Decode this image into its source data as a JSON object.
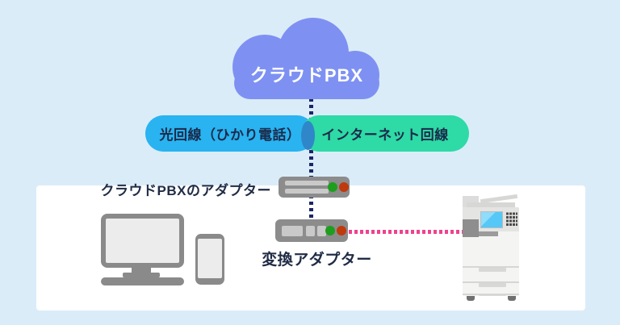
{
  "colors": {
    "page_bg": "#dbecf9",
    "panel_bg": "#ffffff",
    "cloud_fill": "#7e91f2",
    "pill_left_fill": "#29b3f0",
    "pill_right_fill": "#2edaa5",
    "pill_overlap_fill": "#2f86c9",
    "pbx_line": "#1c2566",
    "printer_line": "#f0418d",
    "adapter_body": "#8c8c8c",
    "adapter_slot": "#c9c9c9",
    "led_green": "#1e9e1e",
    "led_red": "#bf3a0d",
    "device_gray": "#8a8a8a",
    "device_screen": "#ececec",
    "printer_screen_blue": "#55c8f8",
    "label_text": "#202c46"
  },
  "cloud": {
    "label": "クラウドPBX"
  },
  "pills": {
    "left": {
      "label": "光回線（ひかり電話）"
    },
    "right": {
      "label": "インターネット回線"
    }
  },
  "adapters": {
    "pbx": {
      "label": "クラウドPBXのアダプター"
    },
    "converter": {
      "label": "変換アダプター"
    }
  },
  "icons": {
    "cloud": "cloud-icon",
    "adapter_top": "router-icon",
    "adapter_bottom": "router-icon",
    "monitor": "desktop-monitor-icon",
    "smartphone": "smartphone-icon",
    "printer": "multifunction-printer-icon"
  }
}
